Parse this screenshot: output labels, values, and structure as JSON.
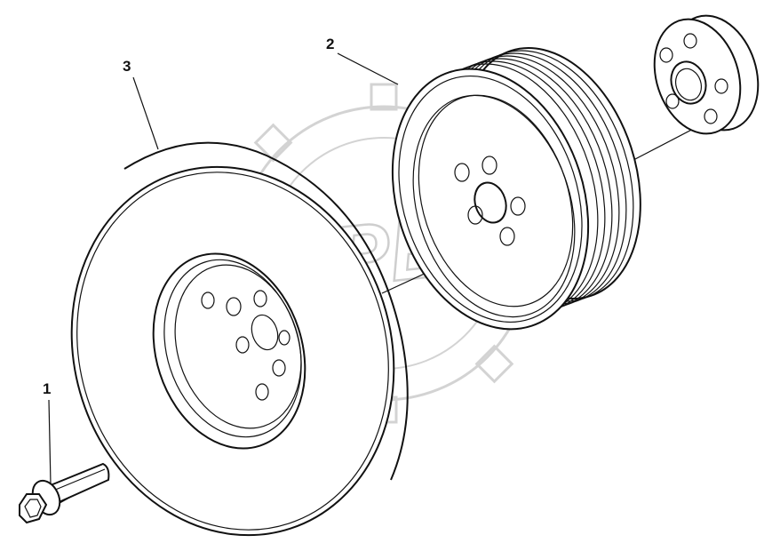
{
  "callouts": {
    "part_1": "1",
    "part_2": "2",
    "part_3": "3"
  },
  "watermark": {
    "text": "OPEX",
    "color": "#c9c9c9"
  },
  "line_color": "#111111",
  "background": "#ffffff"
}
